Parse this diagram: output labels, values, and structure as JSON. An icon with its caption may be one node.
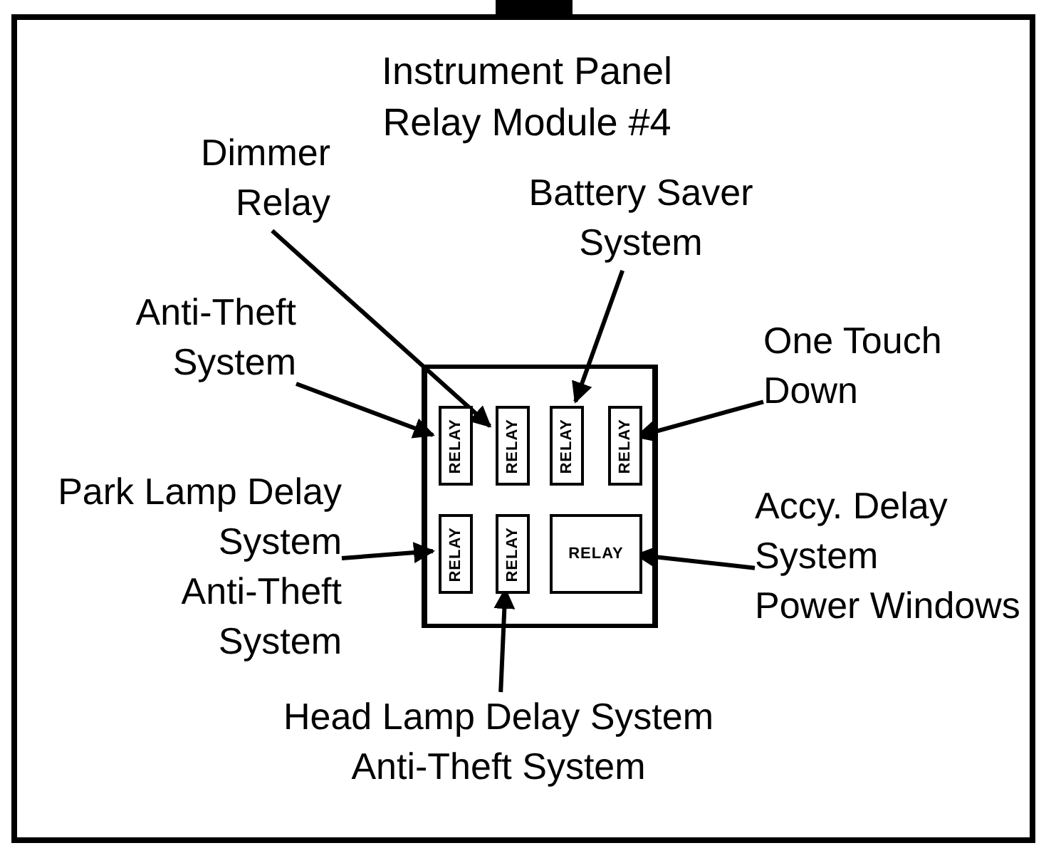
{
  "diagram": {
    "title": "Instrument Panel Relay Module #4",
    "nodes": [
      {
        "text": [
          "Dimmer Relay"
        ]
      },
      {
        "text": [
          "Battery Saver System"
        ]
      },
      {
        "text": [
          "Anti-Theft System"
        ]
      },
      {
        "text": [
          "One Touch Down"
        ]
      },
      {
        "text": [],
        "shape": "box"
      },
      {
        "text": [
          "RELAY"
        ],
        "in": 4
      },
      {
        "text": [
          "RELAY"
        ],
        "in": 4
      },
      {
        "text": [
          "RELAY"
        ],
        "in": 4
      },
      {
        "text": [
          "RELAY"
        ],
        "in": 4
      },
      {
        "text": [
          "RELAY"
        ],
        "in": 4
      },
      {
        "text": [
          "RELAY"
        ],
        "in": 4
      },
      {
        "text": [
          "RELAY"
        ],
        "in": 4
      },
      {
        "text": [
          "Park Lamp Delay System",
          "Anti-Theft System"
        ]
      },
      {
        "text": [
          "Accy. Delay System",
          "Power Windows"
        ]
      },
      {
        "text": [
          "Head Lamp Delay System",
          "Anti-Theft System"
        ]
      }
    ],
    "edges": [
      {
        "from": 0,
        "to": 6,
        "arrow": "to"
      },
      {
        "from": 1,
        "to": 7,
        "arrow": "to"
      },
      {
        "from": 2,
        "to": 5,
        "arrow": "to"
      },
      {
        "from": 3,
        "to": 8,
        "arrow": "to"
      },
      {
        "from": 12,
        "to": 9,
        "arrow": "to"
      },
      {
        "from": 14,
        "to": 10,
        "arrow": "to"
      },
      {
        "from": 13,
        "to": 11,
        "arrow": "to"
      }
    ]
  }
}
